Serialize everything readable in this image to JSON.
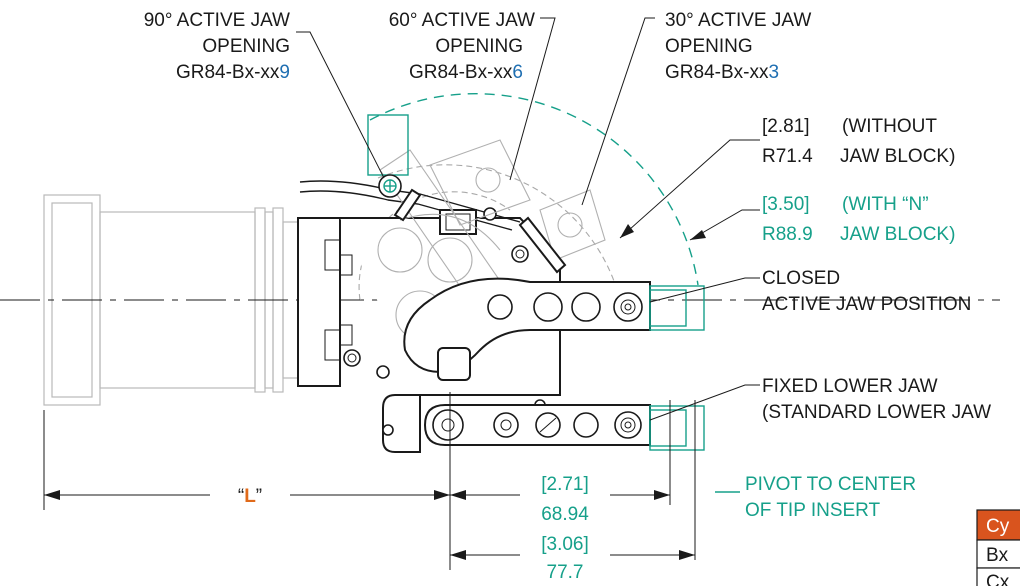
{
  "labels": {
    "jaw90": {
      "line1": "90° ACTIVE JAW",
      "line2": "OPENING",
      "code_prefix": "GR84-Bx-xx",
      "code_suffix": "9"
    },
    "jaw60": {
      "line1": "60° ACTIVE JAW",
      "line2": "OPENING",
      "code_prefix": "GR84-Bx-xx",
      "code_suffix": "6"
    },
    "jaw30": {
      "line1": "30° ACTIVE JAW",
      "line2": "OPENING",
      "code_prefix": "GR84-Bx-xx",
      "code_suffix": "3"
    },
    "without": {
      "inch": "[2.81]",
      "paren": "(WITHOUT",
      "mm": "R71.4",
      "rest": "JAW BLOCK)"
    },
    "with_n": {
      "inch": "[3.50]",
      "paren": "(WITH “N”",
      "mm": "R88.9",
      "rest": "JAW BLOCK)"
    },
    "closed": {
      "line1": "CLOSED",
      "line2": "ACTIVE JAW POSITION"
    },
    "fixed": {
      "line1": "FIXED LOWER JAW",
      "line2": "(STANDARD LOWER JAW"
    },
    "dim_l": {
      "open": "“",
      "letter": "L",
      "close": "”"
    },
    "dim_pivot_tip": {
      "inch": "[2.71]",
      "mm": "68.94"
    },
    "dim_overall": {
      "inch": "[3.06]",
      "mm": "77.7"
    },
    "pivot_note": {
      "line1": "PIVOT TO CENTER",
      "line2": "OF TIP INSERT"
    }
  },
  "table": {
    "header": "Cy",
    "rows": [
      "Bx",
      "Cx"
    ]
  },
  "colors": {
    "text": "#1a1a1a",
    "accent_blue": "#1f6fb2",
    "accent_green": "#16a08a",
    "accent_orange": "#e06a1a",
    "table_header": "#d9541e"
  }
}
